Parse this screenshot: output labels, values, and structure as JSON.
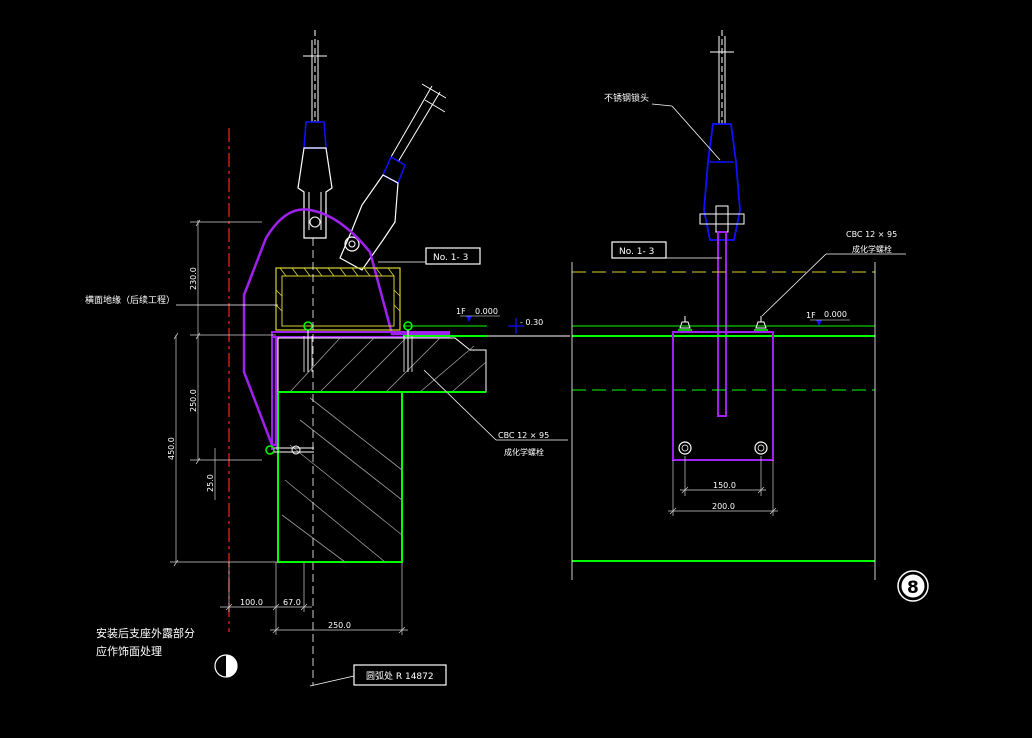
{
  "colors": {
    "background": "#000000",
    "line": "#ffffff",
    "hatch": "#9a9a9a",
    "magenta": "#a020f0",
    "green": "#00ff00",
    "blue": "#1010ff",
    "red": "#ff2020",
    "yellow": "#d8d030",
    "dim": "#d0d0d0"
  },
  "labels": {
    "left_ref_tag": "No. 1- 3",
    "right_ref_tag": "No. 1- 3",
    "stone_edge_note": "横面地缘（后续工程）",
    "level_left_1f": "1F",
    "level_left_value": "0.000",
    "level_left_minus": "- 0.30",
    "bolt_note_left_spec": "CBC  12 ×   95",
    "bolt_note_left_name": "成化学螺栓",
    "stainless_head": "不锈钢锁头",
    "bolt_note_right_spec": "CBC  12 ×   95",
    "bolt_note_right_name": "成化学螺栓",
    "level_right_1f": "1F",
    "level_right_value": "0.000",
    "note_line1": "安装后支座外露部分",
    "note_line2": "应作饰面处理",
    "arc_label": "圆弧处  R 14872",
    "section_number": "8"
  },
  "dimensions": {
    "d230": "230.0",
    "d250v": "250.0",
    "d450": "450.0",
    "d25": "25.0",
    "d100": "100.0",
    "d67": "67.0",
    "d250h": "250.0",
    "d150": "150.0",
    "d200": "200.0"
  }
}
